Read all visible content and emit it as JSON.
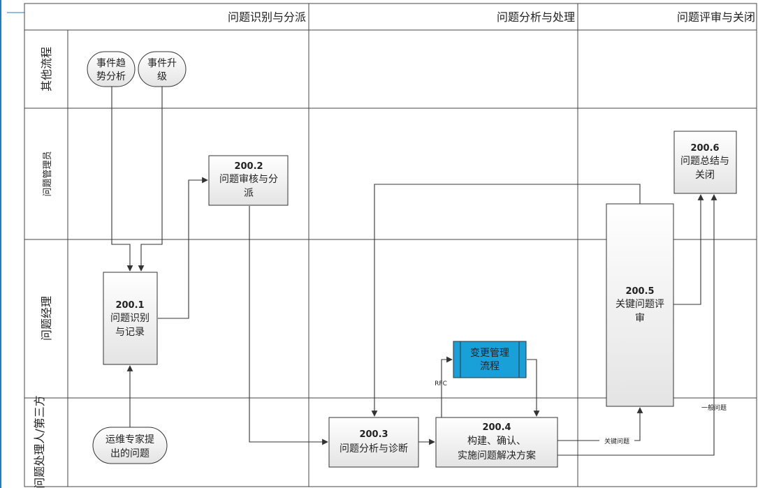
{
  "phases": [
    "问题识别与分派",
    "问题分析与处理",
    "问题评审与关闭"
  ],
  "lanes": [
    "其他流程",
    "问题管理员",
    "问题经理",
    "问题处理人/第三方"
  ],
  "nodes": {
    "trend": {
      "lines": [
        "事件趋",
        "势分析"
      ]
    },
    "upgrade": {
      "lines": [
        "事件升",
        "级"
      ]
    },
    "n2001": {
      "id": "200.1",
      "lines": [
        "问题识别",
        "与记录"
      ]
    },
    "n2002": {
      "id": "200.2",
      "lines": [
        "问题审核与分",
        "派"
      ]
    },
    "n2003": {
      "id": "200.3",
      "lines": [
        "问题分析与诊断"
      ]
    },
    "n2004": {
      "id": "200.4",
      "lines": [
        "构建、确认、",
        "实施问题解决方案"
      ]
    },
    "n2005": {
      "id": "200.5",
      "lines": [
        "关键问题评",
        "审"
      ]
    },
    "n2006": {
      "id": "200.6",
      "lines": [
        "问题总结与",
        "关闭"
      ]
    },
    "change": {
      "lines": [
        "变更管理",
        "流程"
      ]
    },
    "expert": {
      "lines": [
        "运维专家提",
        "出的问题"
      ]
    }
  },
  "edge_labels": {
    "rfc": "RFC",
    "key_problem": "关键问题",
    "general_problem": "一般问题"
  },
  "colors": {
    "change_fill": "#1aa0d8",
    "box_fill_top": "#ffffff",
    "box_fill_bottom": "#e6e6e6",
    "accent_left": "#1a7fc1"
  }
}
